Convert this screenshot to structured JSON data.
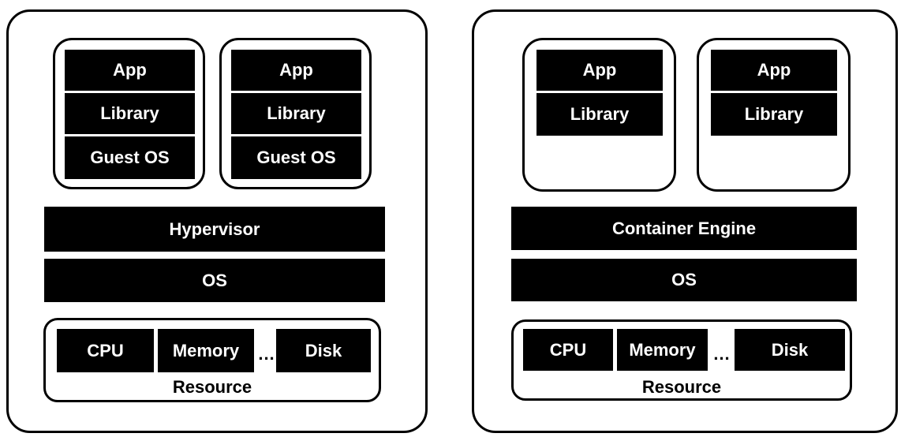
{
  "vm_panel": {
    "vms": [
      {
        "layers": [
          "App",
          "Library",
          "Guest OS"
        ]
      },
      {
        "layers": [
          "App",
          "Library",
          "Guest OS"
        ]
      }
    ],
    "engine_label": "Hypervisor",
    "os_label": "OS",
    "resource": {
      "cpu": "CPU",
      "memory": "Memory",
      "ellipsis": "...",
      "disk": "Disk",
      "label": "Resource"
    }
  },
  "container_panel": {
    "containers": [
      {
        "layers": [
          "App",
          "Library"
        ]
      },
      {
        "layers": [
          "App",
          "Library"
        ]
      }
    ],
    "engine_label": "Container Engine",
    "os_label": "OS",
    "resource": {
      "cpu": "CPU",
      "memory": "Memory",
      "ellipsis": "...",
      "disk": "Disk",
      "label": "Resource"
    }
  },
  "colors": {
    "box_fill": "#000000",
    "box_text": "#ffffff",
    "line": "#000000",
    "background": "#ffffff"
  }
}
